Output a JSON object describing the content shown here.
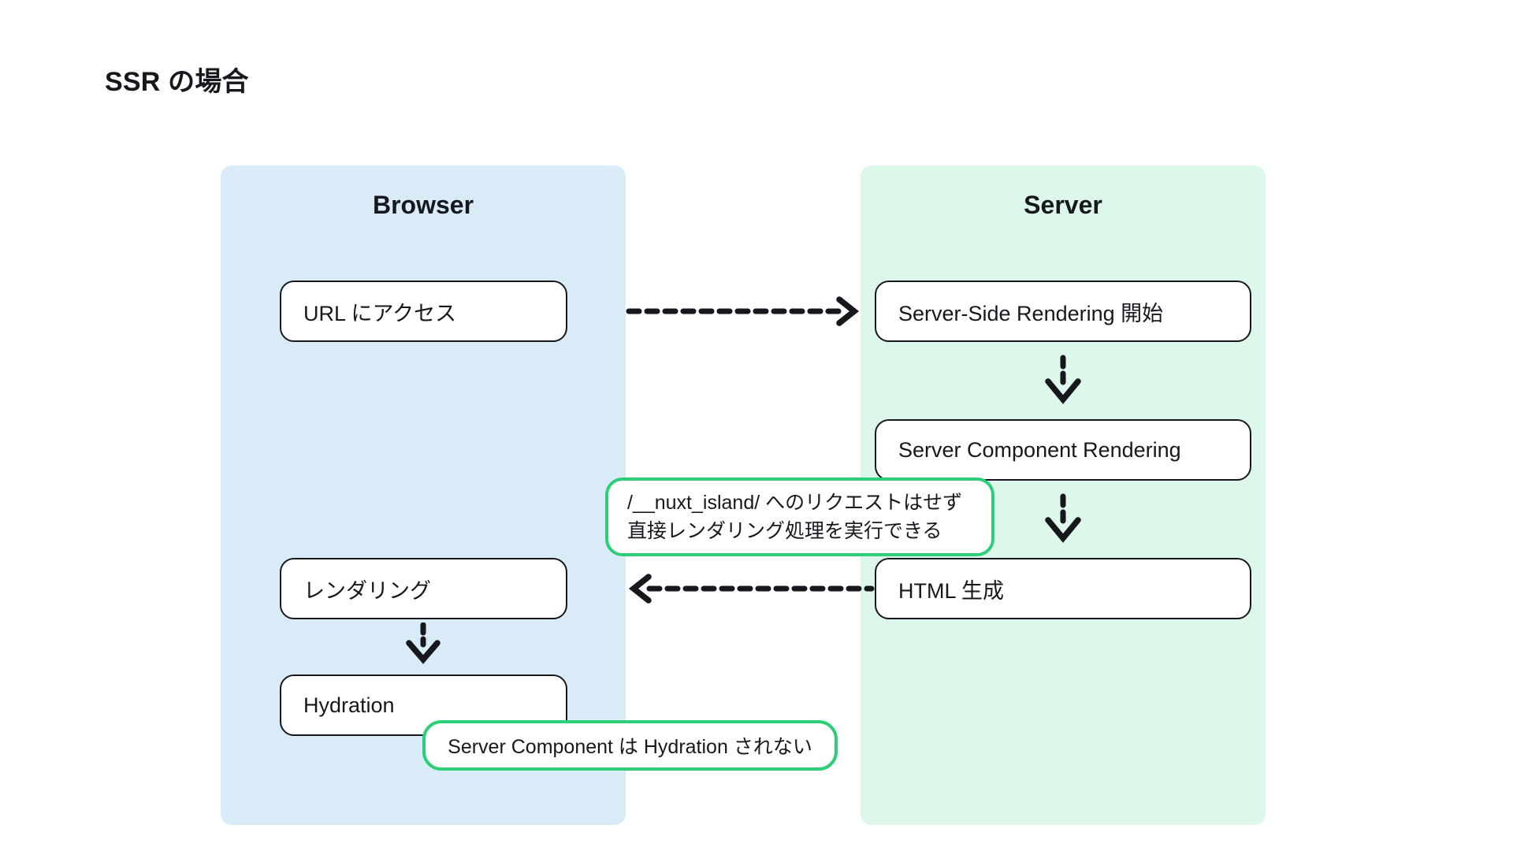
{
  "title": "SSR の場合",
  "columns": {
    "browser": {
      "label": "Browser"
    },
    "server": {
      "label": "Server"
    }
  },
  "nodes": {
    "url_access": "URL にアクセス",
    "ssr_start": "Server-Side Rendering 開始",
    "component_rendering": "Server Component Rendering",
    "html_generation": "HTML 生成",
    "rendering": "レンダリング",
    "hydration": "Hydration"
  },
  "callouts": {
    "island": {
      "line1": "/__nuxt_island/ へのリクエストはせず",
      "line2": "直接レンダリング処理を実行できる"
    },
    "no_hydration": {
      "text": "Server Component は Hydration されない"
    }
  },
  "colors": {
    "ink": "#16181d",
    "panel_blue": "#daebf8",
    "panel_green": "#def7eb",
    "callout_green": "#2ecd77"
  }
}
